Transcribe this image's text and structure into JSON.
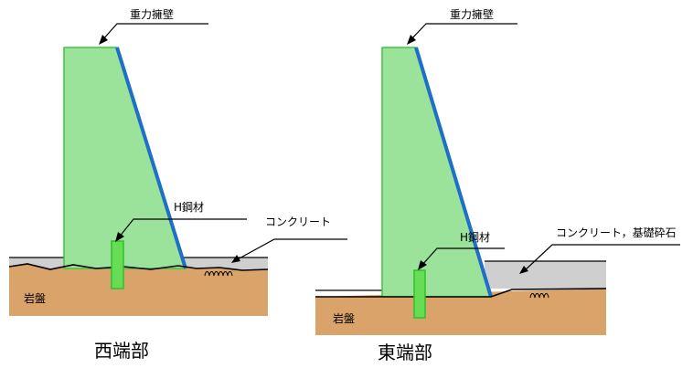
{
  "west": {
    "wall_label": "重力擁壁",
    "steel_label": "H鋼材",
    "concrete_label": "コンクリート",
    "rock_label": "岩盤",
    "caption": "西端部"
  },
  "east": {
    "wall_label": "重力擁壁",
    "steel_label": "H鋼材",
    "concrete_label": "コンクリート，基礎砕石",
    "rock_label": "岩盤",
    "caption": "東端部"
  },
  "colors": {
    "wall": "#9be39b",
    "wall_stroke": "#3ec43e",
    "steel": "#66dd55",
    "face": "#1d6fc7",
    "rock": "#d9a36a",
    "concrete": "#cfcfcf"
  }
}
